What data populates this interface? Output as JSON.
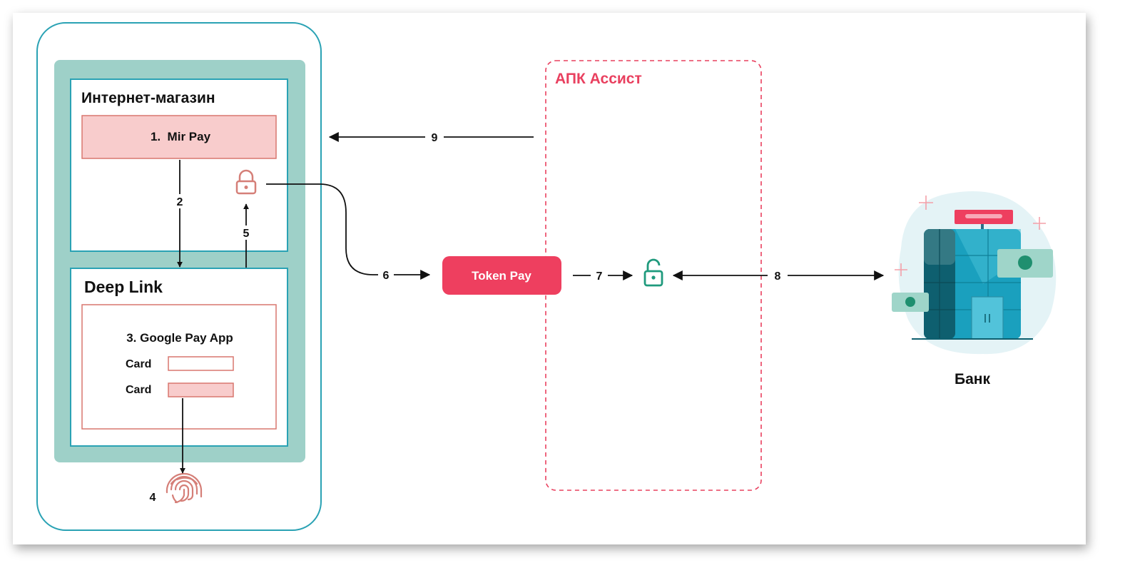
{
  "colors": {
    "phone_border": "#2aa2b4",
    "panel_teal": "#9ed0c8",
    "box_border": "#2aa2b4",
    "pink_fill": "#f8cccc",
    "pink_border": "#d9776f",
    "apk_red": "#e9405f",
    "lock_green": "#1f9a7d",
    "lock_pink": "#d57f78",
    "fingerprint": "#d57f78",
    "arrow": "#111111"
  },
  "shop": {
    "title": "Интернет-магазин",
    "mirpay_label": "1.  Mir Pay"
  },
  "deeplink": {
    "title": "Deep Link",
    "app_label": "3. Google Pay App",
    "card1_label": "Card",
    "card2_label": "Card"
  },
  "apk": {
    "title": "АПК Ассист"
  },
  "tokenpay": {
    "label": "Token Pay"
  },
  "bank": {
    "label": "Банк"
  },
  "steps": {
    "s2": "2",
    "s4": "4",
    "s5": "5",
    "s6": "6",
    "s7": "7",
    "s8": "8",
    "s9": "9"
  },
  "icons": {
    "closed_lock": "lock-closed-icon",
    "open_lock": "lock-open-icon",
    "fingerprint": "fingerprint-icon",
    "bank": "bank-building-icon"
  }
}
